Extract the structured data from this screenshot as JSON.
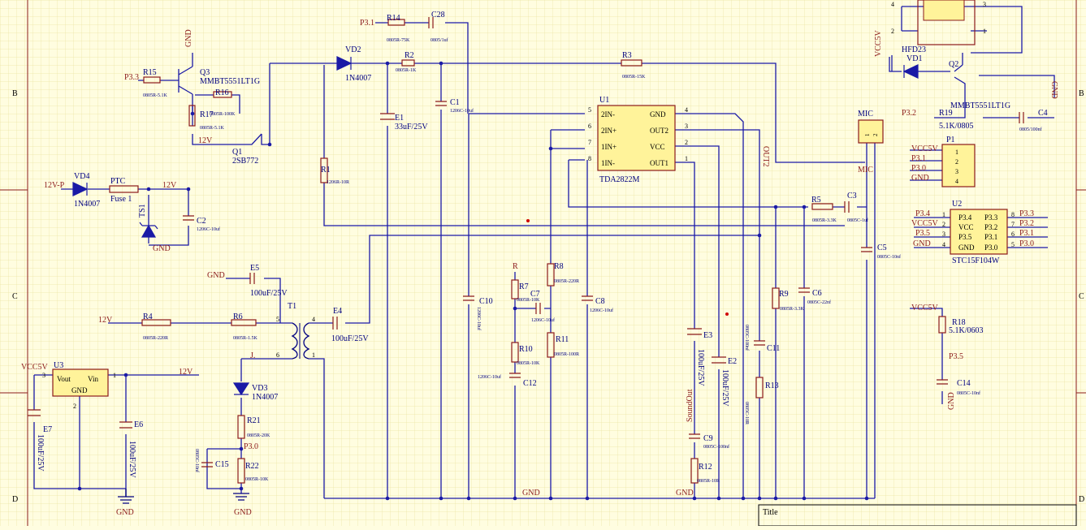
{
  "sheet": {
    "border_rows": [
      "B",
      "C",
      "D"
    ],
    "title_label": "Title"
  },
  "nets": {
    "p33": "P3.3",
    "p31": "P3.1",
    "p32": "P3.2",
    "p35": "P3.5",
    "p30": "P3.0",
    "gnd": "GND",
    "v12": "12V",
    "v12p": "12V-P",
    "vcc5": "VCC5V",
    "out2": "OUT2",
    "soundout": "SoundOut",
    "mic_net": "MIC",
    "r_net": "R",
    "j_net": "J."
  },
  "components": {
    "r14": {
      "ref": "R14",
      "val": "0805R-75K"
    },
    "c28": {
      "ref": "C28",
      "val": "0805/1uf"
    },
    "vd2": {
      "ref": "VD2",
      "val": "1N4007"
    },
    "r2": {
      "ref": "R2",
      "val": "0805R-1K"
    },
    "r3": {
      "ref": "R3",
      "val": "0805R-15K"
    },
    "r15": {
      "ref": "R15",
      "val": "0805R-5.1K"
    },
    "q3": {
      "ref": "Q3",
      "val": "MMBT5551LT1G"
    },
    "r16": {
      "ref": "R16",
      "val": "0805R-100K"
    },
    "r17": {
      "ref": "R17",
      "val": "0805R-5.1K"
    },
    "q1": {
      "ref": "Q1",
      "val": "2SB772"
    },
    "e1": {
      "ref": "E1",
      "val": "33uF/25V"
    },
    "c1": {
      "ref": "C1",
      "val": "1206C-10uf"
    },
    "u1": {
      "ref": "U1",
      "val": "TDA2822M",
      "pins_left": [
        "2IN-",
        "2IN+",
        "1IN+",
        "1IN-"
      ],
      "nums_left": [
        "5",
        "6",
        "7",
        "8"
      ],
      "pins_right": [
        "GND",
        "OUT2",
        "VCC",
        "OUT1"
      ],
      "nums_right": [
        "4",
        "3",
        "2",
        "1"
      ]
    },
    "hfd23": {
      "ref": "HFD23",
      "pins": [
        "4",
        "3",
        "2",
        "1"
      ]
    },
    "vd1": {
      "ref": "VD1"
    },
    "q2": {
      "ref": "Q2",
      "val": "MMBT5551LT1G"
    },
    "r19": {
      "ref": "R19",
      "val": "5.1K/0805"
    },
    "c4": {
      "ref": "C4",
      "val": "0805/100nf"
    },
    "mic": {
      "ref": "MIC"
    },
    "p1": {
      "ref": "P1",
      "nets": [
        "VCC5V",
        "P3.1",
        "P3.0",
        "GND"
      ],
      "nums": [
        "1",
        "2",
        "3",
        "4"
      ]
    },
    "u2": {
      "ref": "U2",
      "val": "STC15F104W",
      "pins_left": [
        "P3.4",
        "VCC",
        "P3.5",
        "GND"
      ],
      "nums_left": [
        "1",
        "2",
        "3",
        "4"
      ],
      "pins_right": [
        "P3.3",
        "P3.2",
        "P3.1",
        "P3.0"
      ],
      "nums_right": [
        "8",
        "7",
        "6",
        "5"
      ],
      "nets_left": [
        "P3.4",
        "VCC5V",
        "P3.5",
        "GND"
      ],
      "nets_right": [
        "P3.3",
        "P3.2",
        "P3.1",
        "P3.0"
      ]
    },
    "vd4": {
      "ref": "VD4",
      "val": "1N4007"
    },
    "ptc": {
      "ref": "PTC",
      "val": "Fuse 1"
    },
    "ts1": {
      "ref": "TS1"
    },
    "c2": {
      "ref": "C2",
      "val": "1206C-10uf"
    },
    "r1": {
      "ref": "R1",
      "val": "1206R-10R"
    },
    "r5": {
      "ref": "R5",
      "val": "0805R-3.3K"
    },
    "c3": {
      "ref": "C3",
      "val": "0805C-1uf"
    },
    "c5": {
      "ref": "C5",
      "val": "0805C-10nf"
    },
    "e5": {
      "ref": "E5",
      "val": "100uF/25V"
    },
    "r4": {
      "ref": "R4",
      "val": "0805R-220R"
    },
    "r6": {
      "ref": "R6",
      "val": "0805R-1.5K"
    },
    "t1": {
      "ref": "T1",
      "pins": [
        "5",
        "4",
        "6",
        "1"
      ]
    },
    "e4": {
      "ref": "E4",
      "val": "100uF/25V"
    },
    "c10": {
      "ref": "C10",
      "val": "1206C-10uf"
    },
    "r7": {
      "ref": "R7",
      "val": "0805R-10K"
    },
    "c7": {
      "ref": "C7",
      "val": "1206C-10uf"
    },
    "r8": {
      "ref": "R8",
      "val": "0805R-220R"
    },
    "c8": {
      "ref": "C8",
      "val": "1206C-10uf"
    },
    "r10": {
      "ref": "R10",
      "val": "0805R-10K"
    },
    "c12": {
      "ref": "C12",
      "val": "1206C-10uf"
    },
    "r11": {
      "ref": "R11",
      "val": "0805R-100R"
    },
    "r9": {
      "ref": "R9",
      "val": "0805R-3.3K"
    },
    "c6": {
      "ref": "C6",
      "val": "0805C-22nf"
    },
    "e3": {
      "ref": "E3",
      "val": "100uF/25V"
    },
    "e2": {
      "ref": "E2",
      "val": "100uF/25V"
    },
    "c11": {
      "ref": "C11",
      "val": "0805C-100nf"
    },
    "r13": {
      "ref": "R13",
      "val": "0805C-10R"
    },
    "c9": {
      "ref": "C9",
      "val": "0805C-100nf"
    },
    "r12": {
      "ref": "R12",
      "val": "0805R-10R"
    },
    "r18": {
      "ref": "R18",
      "val": "5.1K/0603"
    },
    "c14": {
      "ref": "C14",
      "val": "0805C-10nf"
    },
    "u3": {
      "ref": "U3",
      "pins": [
        "Vout",
        "Vin",
        "GND"
      ],
      "nums": [
        "3",
        "1",
        "2"
      ]
    },
    "e7": {
      "ref": "E7",
      "val": "100uF/25V"
    },
    "e6": {
      "ref": "E6",
      "val": "100uF/25V"
    },
    "vd3": {
      "ref": "VD3",
      "val": "1N4007"
    },
    "r21": {
      "ref": "R21",
      "val": "0805R-20K"
    },
    "c15": {
      "ref": "C15",
      "val": "0805C-10nf"
    },
    "r22": {
      "ref": "R22",
      "val": "0805R-10K"
    }
  }
}
